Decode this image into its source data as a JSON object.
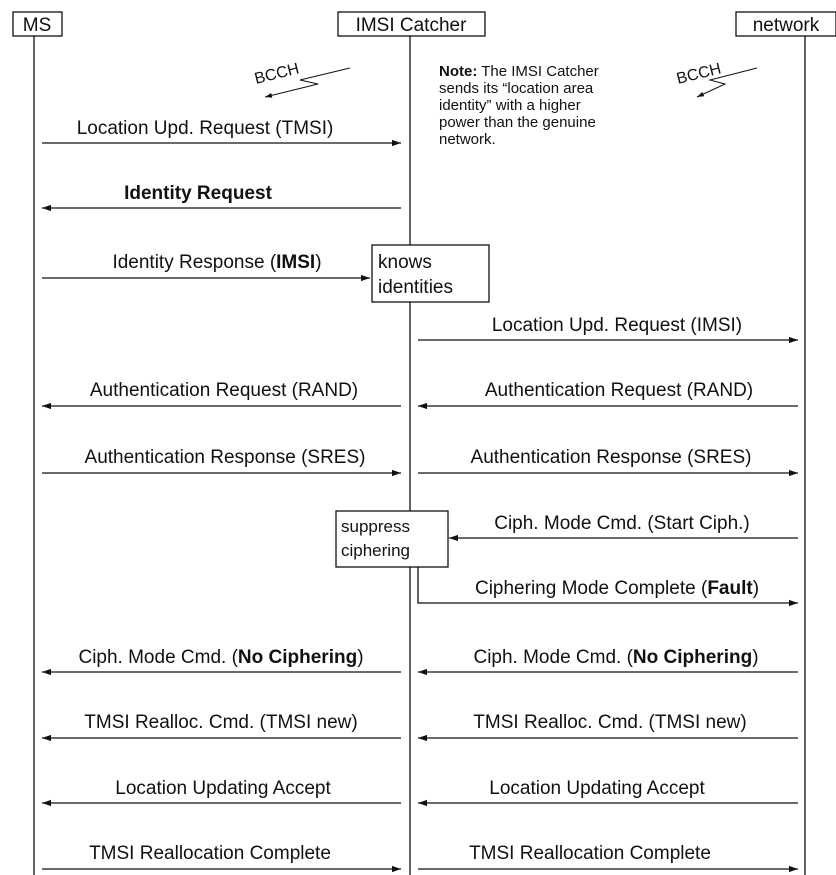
{
  "actors": {
    "ms": "MS",
    "catcher": "IMSI Catcher",
    "network": "network"
  },
  "bcch": "BCCH",
  "note": {
    "label": "Note:",
    "lines": [
      " The IMSI Catcher",
      "sends its “location area",
      "identity” with a higher",
      "power than the genuine",
      "network."
    ]
  },
  "boxes": {
    "knows": [
      "knows",
      "identities"
    ],
    "suppress": [
      "suppress",
      "ciphering"
    ]
  },
  "messages": {
    "m1": [
      {
        "t": "Location Upd. Request (TMSI)"
      }
    ],
    "m2": [
      {
        "t": "Identity Request",
        "b": true
      }
    ],
    "m3": [
      {
        "t": "Identity Response ("
      },
      {
        "t": "IMSI",
        "b": true
      },
      {
        "t": ")"
      }
    ],
    "m4": [
      {
        "t": "Location Upd. Request (IMSI)"
      }
    ],
    "m5": [
      {
        "t": "Authentication Request (RAND)"
      }
    ],
    "m6": [
      {
        "t": "Authentication Request (RAND)"
      }
    ],
    "m7": [
      {
        "t": "Authentication Response (SRES)"
      }
    ],
    "m8": [
      {
        "t": "Authentication Response (SRES)"
      }
    ],
    "m9": [
      {
        "t": "Ciph. Mode Cmd. (Start Ciph.)"
      }
    ],
    "m10": [
      {
        "t": "Ciphering Mode Complete ("
      },
      {
        "t": "Fault",
        "b": true
      },
      {
        "t": ")"
      }
    ],
    "m11": [
      {
        "t": "Ciph. Mode Cmd. ("
      },
      {
        "t": "No Ciphering",
        "b": true
      },
      {
        "t": ")"
      }
    ],
    "m12": [
      {
        "t": "Ciph. Mode Cmd. ("
      },
      {
        "t": "No Ciphering",
        "b": true
      },
      {
        "t": ")"
      }
    ],
    "m13": [
      {
        "t": "TMSI Realloc. Cmd. (TMSI new)"
      }
    ],
    "m14": [
      {
        "t": "TMSI Realloc. Cmd. (TMSI new)"
      }
    ],
    "m15": [
      {
        "t": "Location Updating Accept"
      }
    ],
    "m16": [
      {
        "t": "Location Updating Accept"
      }
    ],
    "m17": [
      {
        "t": "TMSI Reallocation Complete"
      }
    ],
    "m18": [
      {
        "t": "TMSI Reallocation Complete"
      }
    ]
  }
}
